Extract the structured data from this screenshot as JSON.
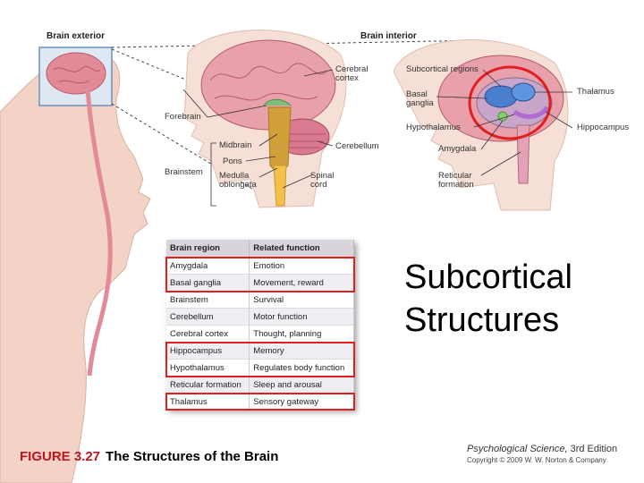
{
  "labels": {
    "brain_exterior": "Brain exterior",
    "brain_interior": "Brain interior",
    "cerebral_cortex": [
      "Cerebral",
      "cortex"
    ],
    "forebrain": "Forebrain",
    "midbrain": "Midbrain",
    "pons": "Pons",
    "medulla": [
      "Medulla",
      "oblongata"
    ],
    "brainstem": "Brainstem",
    "cerebellum": "Cerebellum",
    "spinal_cord": [
      "Spinal",
      "cord"
    ],
    "subcortical_regions": "Subcortical regions",
    "basal_ganglia": [
      "Basal",
      "ganglia"
    ],
    "thalamus": "Thalamus",
    "hypothalamus": "Hypothalamus",
    "hippocampus": "Hippocampus",
    "amygdala": "Amygdala",
    "reticular_formation": [
      "Reticular",
      "formation"
    ]
  },
  "table": {
    "headers": [
      "Brain region",
      "Related function"
    ],
    "rows": [
      [
        "Amygdala",
        "Emotion"
      ],
      [
        "Basal ganglia",
        "Movement, reward"
      ],
      [
        "Brainstem",
        "Survival"
      ],
      [
        "Cerebellum",
        "Motor function"
      ],
      [
        "Cerebral cortex",
        "Thought, planning"
      ],
      [
        "Hippocampus",
        "Memory"
      ],
      [
        "Hypothalamus",
        "Regulates body function"
      ],
      [
        "Reticular formation",
        "Sleep and arousal"
      ],
      [
        "Thalamus",
        "Sensory gateway"
      ]
    ],
    "highlighted_groups": [
      [
        0,
        1
      ],
      [
        5,
        6
      ],
      [
        8
      ]
    ]
  },
  "title": "Subcortical Structures",
  "caption": {
    "number": "FIGURE 3.27",
    "text": "The Structures of the Brain"
  },
  "credit": {
    "book": "Psychological Science,",
    "edition": " 3rd Edition",
    "copyright": "Copyright © 2009 W. W. Norton & Company"
  },
  "colors": {
    "highlight": "#e02020",
    "brain": "#e8a0ab",
    "thalamus": "#4a7fd0",
    "spinal_cord": "#f3c04a"
  }
}
